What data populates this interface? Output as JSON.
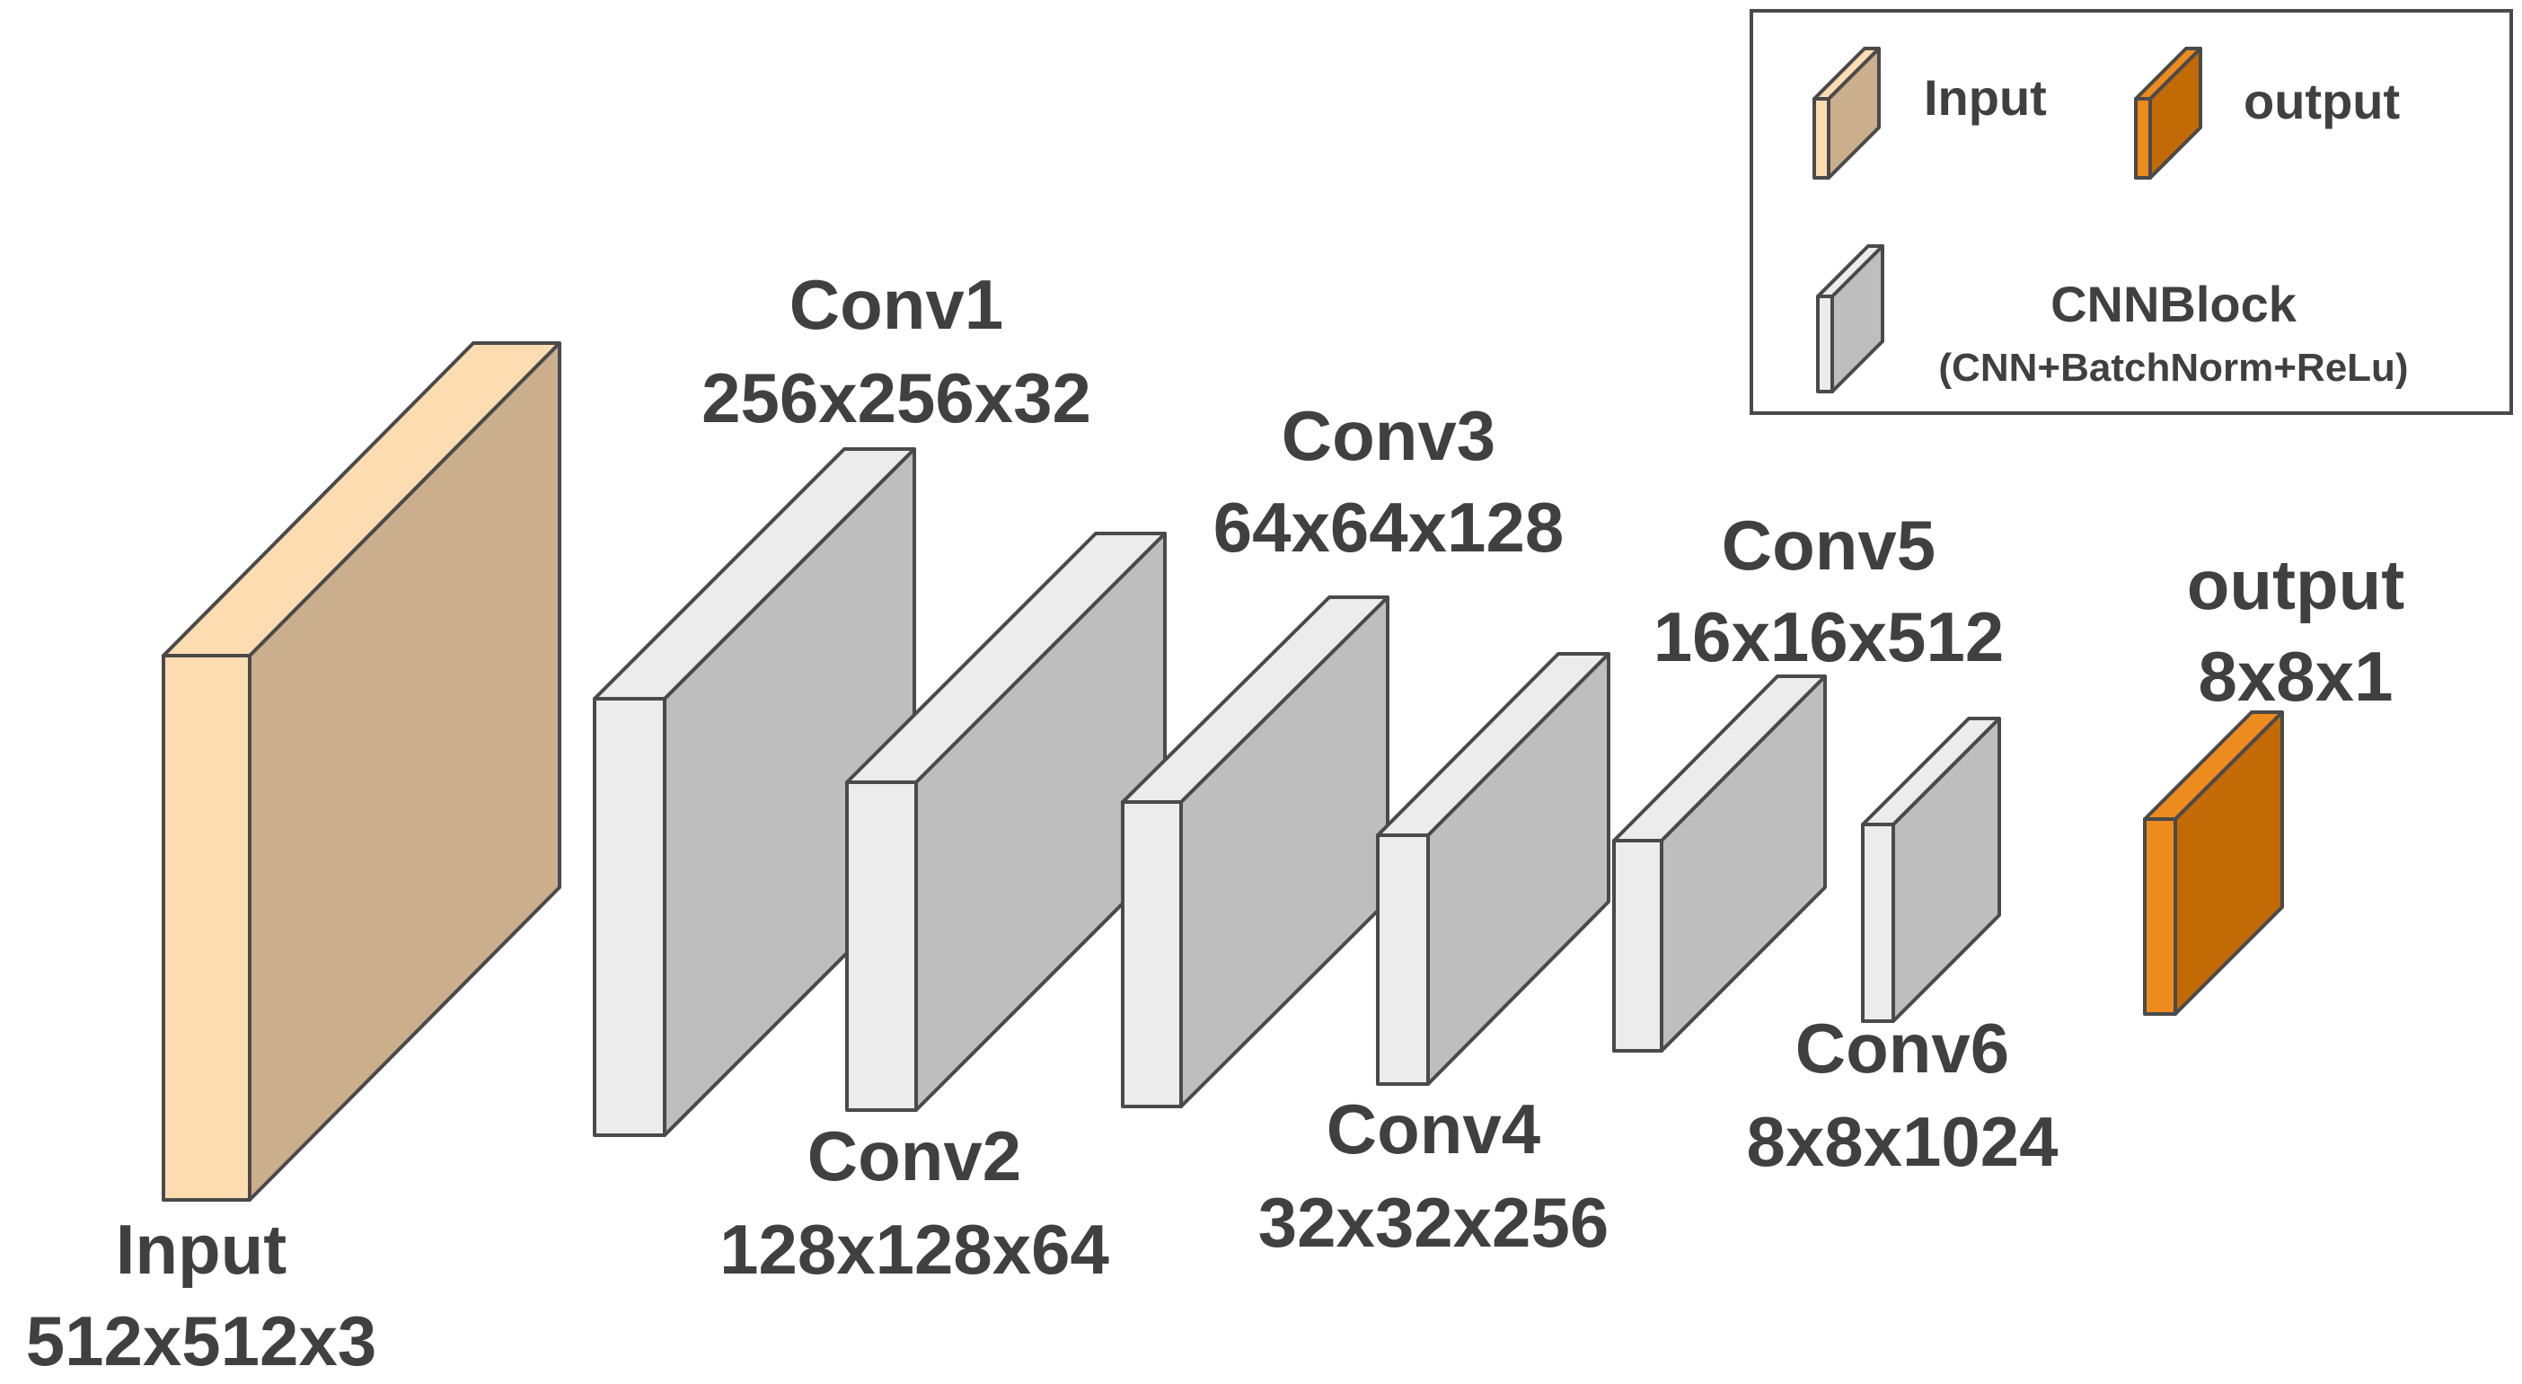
{
  "blocks": [
    {
      "id": "input",
      "name": "Input",
      "dims": "512x512x3",
      "kind": "input"
    },
    {
      "id": "conv1",
      "name": "Conv1",
      "dims": "256x256x32",
      "kind": "cnn"
    },
    {
      "id": "conv2",
      "name": "Conv2",
      "dims": "128x128x64",
      "kind": "cnn"
    },
    {
      "id": "conv3",
      "name": "Conv3",
      "dims": "64x64x128",
      "kind": "cnn"
    },
    {
      "id": "conv4",
      "name": "Conv4",
      "dims": "32x32x256",
      "kind": "cnn"
    },
    {
      "id": "conv5",
      "name": "Conv5",
      "dims": "16x16x512",
      "kind": "cnn"
    },
    {
      "id": "conv6",
      "name": "Conv6",
      "dims": "8x8x1024",
      "kind": "cnn"
    },
    {
      "id": "output",
      "name": "output",
      "dims": "8x8x1",
      "kind": "output"
    }
  ],
  "legend": {
    "input_label": "Input",
    "output_label": "output",
    "cnn_label": "CNNBlock",
    "cnn_sublabel": "(CNN+BatchNorm+ReLu)"
  },
  "colors": {
    "input_front": "#FDDCB2",
    "input_side": "#CBAE8B",
    "cnn_front": "#ECECEC",
    "cnn_side": "#BEBEBE",
    "output_front": "#EE8B1E",
    "output_side": "#C26A06",
    "stroke": "#4A4A4A",
    "text": "#404040"
  }
}
